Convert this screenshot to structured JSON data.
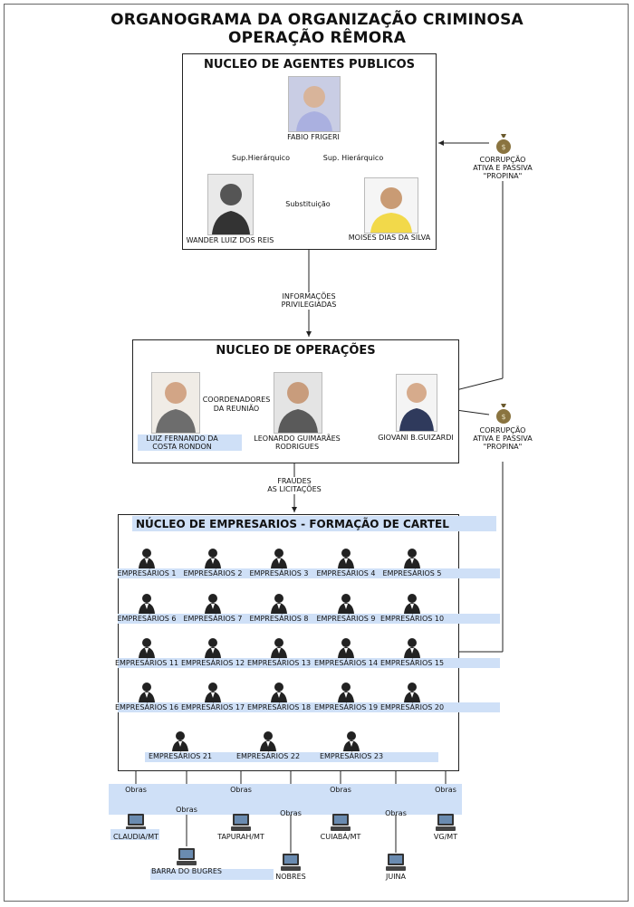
{
  "title": {
    "line1": "ORGANOGRAMA DA ORGANIZAÇÃO CRIMINOSA",
    "line2": "OPERAÇÃO RÊMORA"
  },
  "agentes": {
    "title": "NUCLEO DE AGENTES PUBLICOS",
    "fabio": "FABIO FRIGERI",
    "wander": "WANDER LUIZ DOS REIS",
    "moises": "MOISES DIAS DA SILVA",
    "sup1": "Sup.Hierárquico",
    "sup2": "Sup. Hierárquico",
    "subst": "Substituição"
  },
  "corrupcao": {
    "line1": "CORRUPÇÃO",
    "line2": "ATIVA E PASSIVA",
    "line3": "\"PROPINA\""
  },
  "informacoes": {
    "line1": "INFORMAÇÕES",
    "line2": "PRIVILEGIADAS"
  },
  "operacoes": {
    "title": "NUCLEO DE OPERAÇÕES",
    "luiz1": "LUIZ FERNANDO DA",
    "luiz2": "COSTA RONDON",
    "leo1": "LEONARDO GUIMARÃES",
    "leo2": "RODRIGUES",
    "giovani": "GIOVANI B.GUIZARDI",
    "coord1": "COORDENADORES",
    "coord2": "DA REUNIÃO"
  },
  "fraudes": {
    "line1": "FRAUDES",
    "line2": "AS LICITAÇÕES"
  },
  "empresarios": {
    "title": "NÚCLEO DE EMPRESARIOS - FORMAÇÃO DE CARTEL",
    "items": [
      "EMPRESÁRIOS 1",
      "EMPRESÁRIOS 2",
      "EMPRESÁRIOS 3",
      "EMPRESÁRIOS 4",
      "EMPRESÁRIOS 5",
      "EMPRESÁRIOS 6",
      "EMPRESÁRIOS 7",
      "EMPRESÁRIOS 8",
      "EMPRESÁRIOS 9",
      "EMPRESÁRIOS 10",
      "EMPRESÁRIOS 11",
      "EMPRESÁRIOS 12",
      "EMPRESÁRIOS 13",
      "EMPRESÁRIOS 14",
      "EMPRESÁRIOS 15",
      "EMPRESÁRIOS 16",
      "EMPRESÁRIOS 17",
      "EMPRESÁRIOS 18",
      "EMPRESÁRIOS 19",
      "EMPRESÁRIOS 20",
      "EMPRESÁRIOS 21",
      "EMPRESÁRIOS 22",
      "EMPRESÁRIOS 23"
    ]
  },
  "obras_label": "Obras",
  "cidades": [
    "CLAUDIA/MT",
    "BARRA DO BUGRES",
    "TAPURAH/MT",
    "NOBRES",
    "CUIABÁ/MT",
    "JUINA",
    "VG/MT"
  ],
  "colors": {
    "highlight": "#cfe0f7",
    "border": "#222222"
  }
}
